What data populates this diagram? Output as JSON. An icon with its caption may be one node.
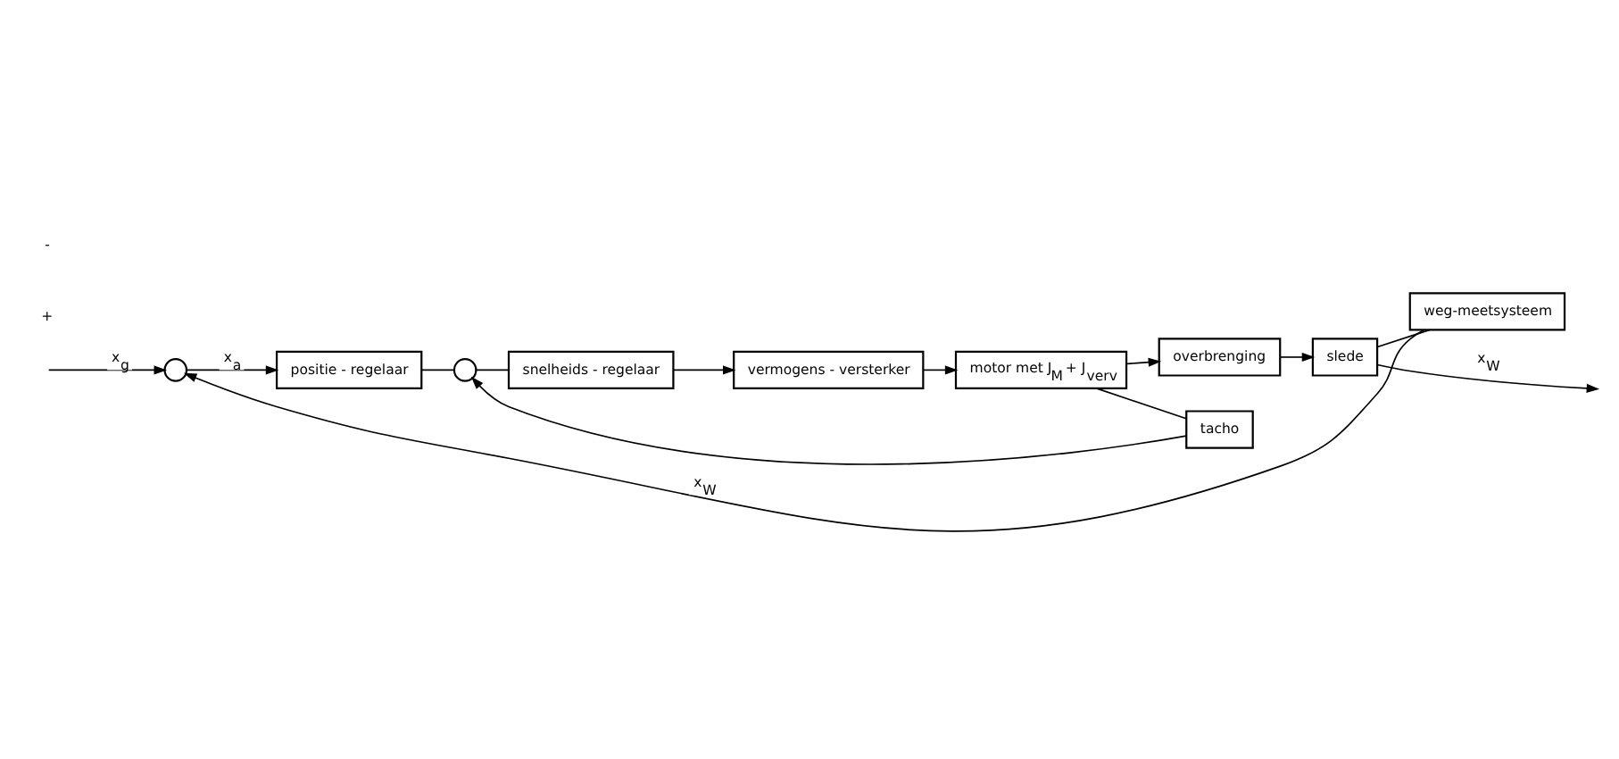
{
  "diagram": {
    "nodes": [
      {
        "text": [],
        "shape": "circle"
      },
      {
        "text": [
          "positie - regelaar"
        ]
      },
      {
        "text": [],
        "shape": "circle"
      },
      {
        "text": [
          "snelheids - regelaar"
        ]
      },
      {
        "text": [
          "vermogens - versterker"
        ]
      },
      {
        "text": [
          "motor met J$_{M}$ + J$_{verv}$"
        ]
      },
      {
        "text": [
          "overbrenging"
        ]
      },
      {
        "text": [
          "slede"
        ]
      },
      {
        "text": [
          "tacho"
        ]
      },
      {
        "text": [
          "weg-meetsysteem"
        ]
      }
    ],
    "edges": [
      {
        "from": null,
        "to": 0,
        "arrow": "to",
        "label": "x$_{g}$"
      },
      {
        "from": 0,
        "to": 1,
        "arrow": "to",
        "label": "x$_{a}$"
      },
      {
        "from": 1,
        "to": 2,
        "arrow": "none"
      },
      {
        "from": 2,
        "to": 3,
        "arrow": "none"
      },
      {
        "from": 3,
        "to": 4,
        "arrow": "to"
      },
      {
        "from": 4,
        "to": 5,
        "arrow": "to"
      },
      {
        "from": 5,
        "to": 6,
        "arrow": "to"
      },
      {
        "from": 6,
        "to": 7,
        "arrow": "to"
      },
      {
        "from": 7,
        "to": null,
        "arrow": "to",
        "label": "x$_{W}$"
      },
      {
        "from": 5,
        "to": 8,
        "arrow": "none"
      },
      {
        "from": 8,
        "to": 2,
        "arrow": "to"
      },
      {
        "from": 7,
        "to": 9,
        "arrow": "none"
      },
      {
        "from": 9,
        "to": 0,
        "arrow": "to",
        "label": "x$_{W}$"
      }
    ],
    "labels": [
      "+",
      "-"
    ]
  }
}
